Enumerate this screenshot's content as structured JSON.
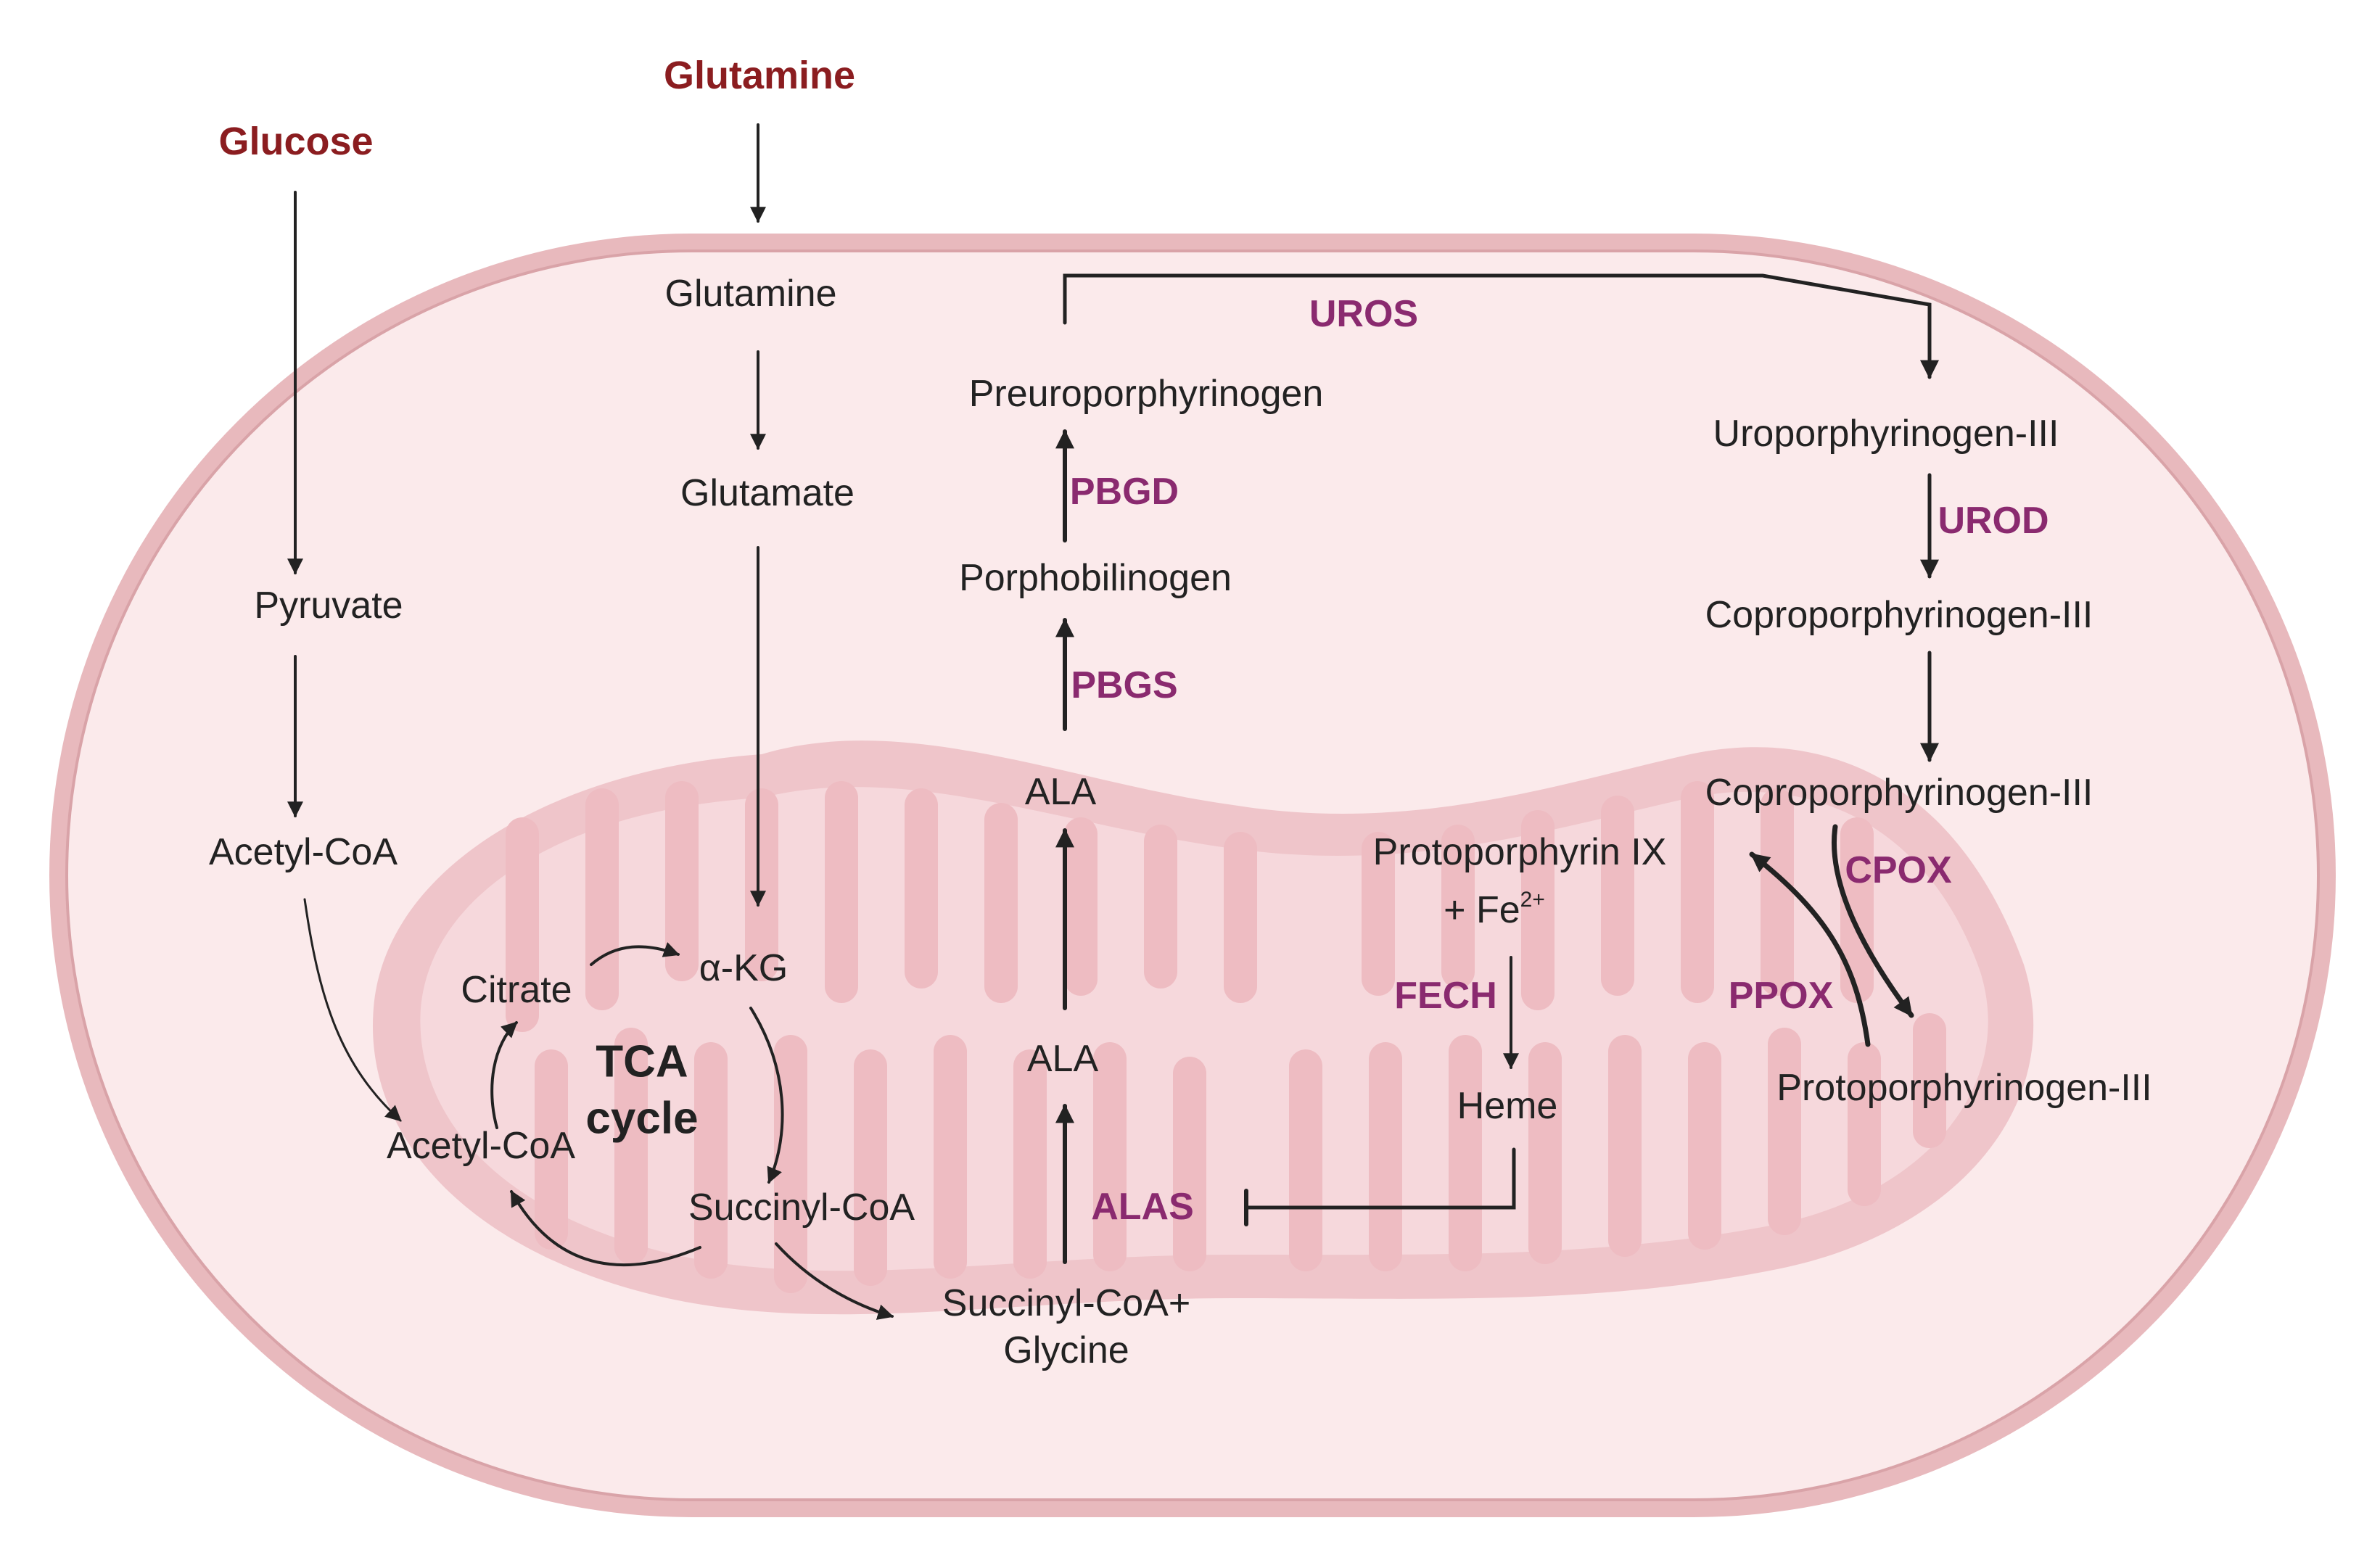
{
  "sources": {
    "glucose": "Glucose",
    "glutamine": "Glutamine"
  },
  "metabolites": {
    "glutamine_in": "Glutamine",
    "glutamate": "Glutamate",
    "pyruvate": "Pyruvate",
    "acetyl_coa_cyto": "Acetyl-CoA",
    "acetyl_coa_mito": "Acetyl-CoA",
    "citrate": "Citrate",
    "alpha_kg": "α-KG",
    "succinyl_coa": "Succinyl-CoA",
    "succinyl_coa_glycine_line1": "Succinyl-CoA+",
    "succinyl_coa_glycine_line2": "Glycine",
    "ala_mito": "ALA",
    "ala_cyto": "ALA",
    "porphobilinogen": "Porphobilinogen",
    "preuroporphyrinogen": "Preuroporphyrinogen",
    "uroporphyrinogen_iii": "Uroporphyrinogen-III",
    "coproporphyrinogen_iii_cyto": "Coproporphyrinogen-III",
    "coproporphyrinogen_iii_mito": "Coproporphyrinogen-III",
    "protoporphyrinogen_iii": "Protoporphyrinogen-III",
    "protoporphyrin_ix": "Protoporphyrin IX",
    "fe_prefix": "+ Fe",
    "fe_charge": "2+",
    "heme": "Heme"
  },
  "cycle": {
    "line1": "TCA",
    "line2": "cycle"
  },
  "enzymes": {
    "alas": "ALAS",
    "pbgs": "PBGS",
    "pbgd": "PBGD",
    "uros": "UROS",
    "urod": "UROD",
    "cpox": "CPOX",
    "ppox": "PPOX",
    "fech": "FECH"
  },
  "colors": {
    "source_text": "#8b1d20",
    "enzyme_text": "#8a2a6f",
    "cell_membrane": "#d9a3a8",
    "cell_fill": "#fbeaeb",
    "mitochondrion": "#efc5ca",
    "cristae": "#f7dde0",
    "arrow": "#222222"
  }
}
